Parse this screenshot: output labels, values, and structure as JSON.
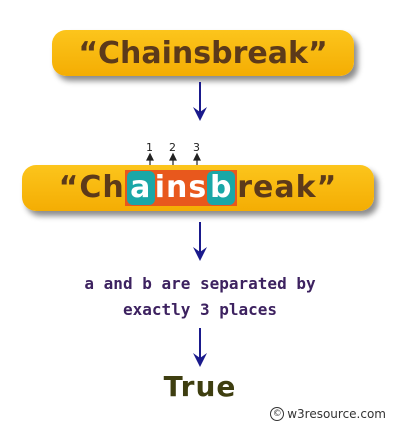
{
  "input": {
    "text": "“Chainsbreak”"
  },
  "detail": {
    "open_quote": "“",
    "before": "Ch",
    "letter_a": "a",
    "middle": "ins",
    "letter_b": "b",
    "after": "reak",
    "close_quote": "”"
  },
  "indices": [
    "1",
    "2",
    "3"
  ],
  "caption": {
    "line1": "a and b are separated by",
    "line2": "exactly 3 places"
  },
  "result": "True",
  "credit": {
    "symbol": "©",
    "text": "w3resource.com"
  }
}
